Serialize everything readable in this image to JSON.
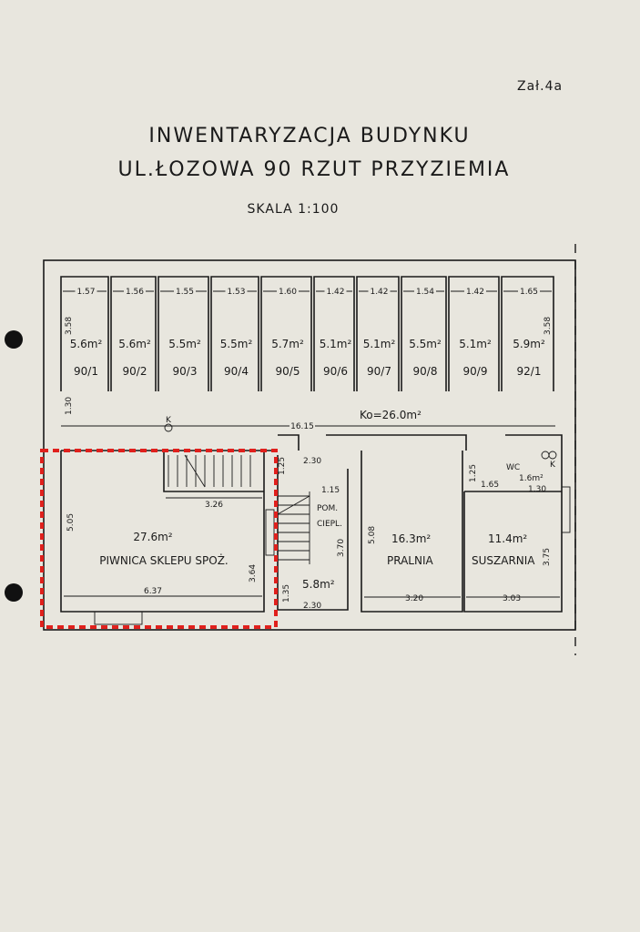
{
  "annex": "Zał.4a",
  "title_line1": "INWENTARYZACJA BUDYNKU",
  "title_line2": "UL.ŁOZOWA 90   RZUT PRZYZIEMIA",
  "scale": "SKALA 1:100",
  "cells": [
    {
      "width": "1.57",
      "area": "5.6m²",
      "number": "90/1"
    },
    {
      "width": "1.56",
      "area": "5.6m²",
      "number": "90/2"
    },
    {
      "width": "1.55",
      "area": "5.5m²",
      "number": "90/3"
    },
    {
      "width": "1.53",
      "area": "5.5m²",
      "number": "90/4"
    },
    {
      "width": "1.60",
      "area": "5.7m²",
      "number": "90/5"
    },
    {
      "width": "1.42",
      "area": "5.1m²",
      "number": "90/6"
    },
    {
      "width": "1.42",
      "area": "5.1m²",
      "number": "90/7"
    },
    {
      "width": "1.54",
      "area": "5.5m²",
      "number": "90/8"
    },
    {
      "width": "1.42",
      "area": "5.1m²",
      "number": "90/9"
    },
    {
      "width": "1.65",
      "area": "5.9m²",
      "number": "92/1"
    }
  ],
  "cell_depth_left": "3.58",
  "cell_depth_right": "3.58",
  "corridor": {
    "area": "Ko=26.0m²",
    "depth": "1.30",
    "length": "16.15",
    "k_mark": "K"
  },
  "rooms": {
    "piwnica": {
      "area": "27.6m²",
      "name": "PIWNICA SKLEPU SPOŻ.",
      "height": "5.05",
      "width": "6.37",
      "stair_width": "3.26",
      "right_dim": "3.64"
    },
    "stair_room": {
      "area": "5.8m²",
      "name_line1": "POM.",
      "name_line2": "CIEPL.",
      "top_dim": "1.25",
      "width_top": "2.30",
      "width_bottom": "2.30",
      "side_dim": "1.15",
      "height": "3.70",
      "bottom_dim": "1.35"
    },
    "pralnia": {
      "area": "16.3m²",
      "name": "PRALNIA",
      "height": "5.08",
      "width": "3.20"
    },
    "suszarnia": {
      "area": "11.4m²",
      "name": "SUSZARNIA",
      "height": "3.75",
      "width": "3.03",
      "top_dim": "1.25",
      "door_dim": "1.65"
    },
    "wc": {
      "name": "WC",
      "area": "1.6m²",
      "width": "1.30",
      "k_mark": "K"
    }
  },
  "highlight_color": "#e0201c"
}
